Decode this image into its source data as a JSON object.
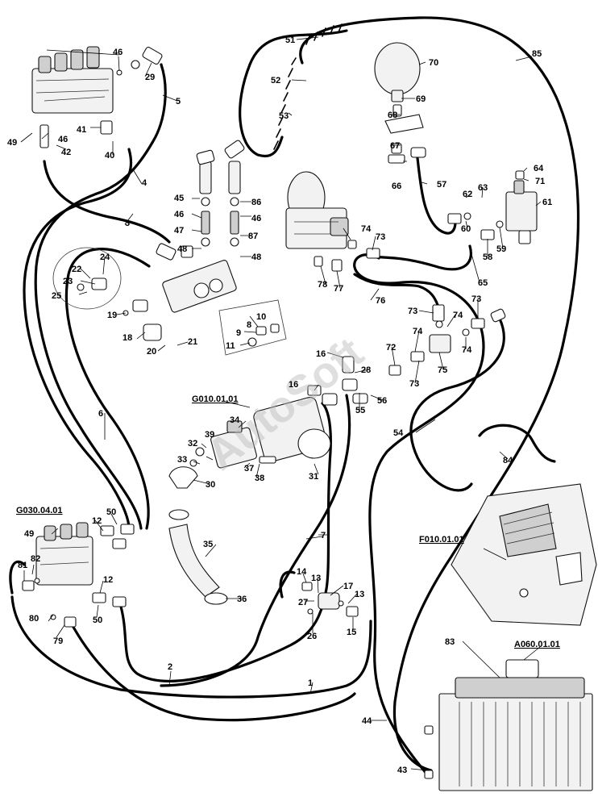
{
  "watermark": "AutoSoft",
  "references": {
    "g010": "G010.01.01",
    "g030": "G030.04.01",
    "f010": "F010.01.01",
    "a060": "A060.01.01"
  },
  "callouts": {
    "c1": "1",
    "c2": "2",
    "c3": "3",
    "c4": "4",
    "c5": "5",
    "c6": "6",
    "c7": "7",
    "c8": "8",
    "c9": "9",
    "c10": "10",
    "c11": "11",
    "c12a": "12",
    "c12b": "12",
    "c13a": "13",
    "c13b": "13",
    "c14": "14",
    "c15": "15",
    "c16a": "16",
    "c16b": "16",
    "c17": "17",
    "c18": "18",
    "c19": "19",
    "c20": "20",
    "c21": "21",
    "c22": "22",
    "c23": "23",
    "c24": "24",
    "c25": "25",
    "c26": "26",
    "c27": "27",
    "c28": "28",
    "c29": "29",
    "c30": "30",
    "c31": "31",
    "c32": "32",
    "c33": "33",
    "c34": "34",
    "c35": "35",
    "c36": "36",
    "c37": "37",
    "c38": "38",
    "c39": "39",
    "c40": "40",
    "c41": "41",
    "c42": "42",
    "c43": "43",
    "c44": "44",
    "c45": "45",
    "c46a": "46",
    "c46b": "46",
    "c46c": "46",
    "c46d": "46",
    "c47": "47",
    "c48a": "48",
    "c48b": "48",
    "c49a": "49",
    "c49b": "49",
    "c50a": "50",
    "c50b": "50",
    "c51": "51",
    "c52": "52",
    "c53": "53",
    "c54": "54",
    "c55": "55",
    "c56": "56",
    "c57": "57",
    "c58": "58",
    "c59": "59",
    "c60": "60",
    "c61": "61",
    "c62": "62",
    "c63": "63",
    "c64": "64",
    "c65": "65",
    "c66": "66",
    "c67": "67",
    "c68": "68",
    "c69": "69",
    "c70": "70",
    "c71": "71",
    "c72": "72",
    "c73a": "73",
    "c73b": "73",
    "c73c": "73",
    "c73d": "73",
    "c74a": "74",
    "c74b": "74",
    "c74c": "74",
    "c74d": "74",
    "c75": "75",
    "c76": "76",
    "c77": "77",
    "c78": "78",
    "c79": "79",
    "c80": "80",
    "c81": "81",
    "c82": "82",
    "c83": "83",
    "c84": "84",
    "c85": "85",
    "c86": "86",
    "c87": "87"
  }
}
